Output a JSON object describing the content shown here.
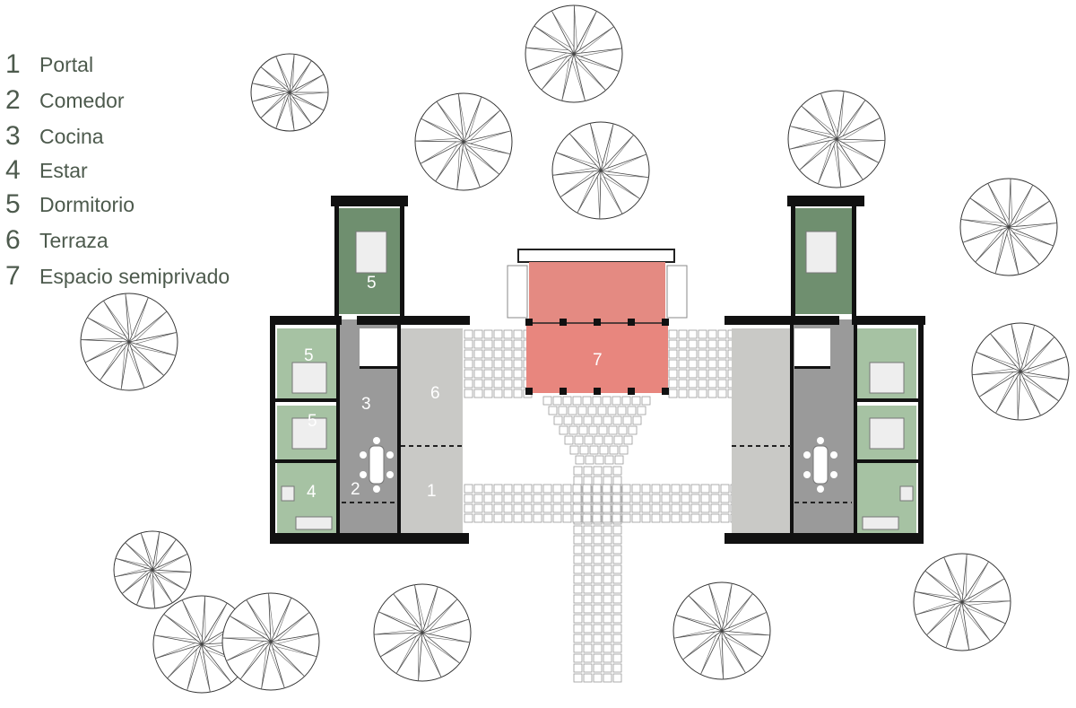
{
  "legend": [
    {
      "num": "1",
      "label": "Portal"
    },
    {
      "num": "2",
      "label": "Comedor"
    },
    {
      "num": "3",
      "label": "Cocina"
    },
    {
      "num": "4",
      "label": "Estar"
    },
    {
      "num": "5",
      "label": "Dormitorio"
    },
    {
      "num": "6",
      "label": "Terraza"
    },
    {
      "num": "7",
      "label": "Espacio semiprivado"
    }
  ],
  "room_labels": {
    "bed_top": "5",
    "bed_upper": "5",
    "bed_lower": "5",
    "living": "4",
    "kitchen": "3",
    "dining": "2",
    "terrace": "6",
    "portal": "1",
    "semiprivate": "7"
  },
  "colors": {
    "bedroom_dark": "#6f8f6f",
    "bedroom_light": "#a6c2a3",
    "kitchen_dining": "#9a9a9a",
    "terrace_portal": "#c9c9c6",
    "semiprivate": "#e8867e",
    "semiprivate_roof": "#e48a82",
    "walls": "#111111",
    "text": "#4d5a4d"
  }
}
